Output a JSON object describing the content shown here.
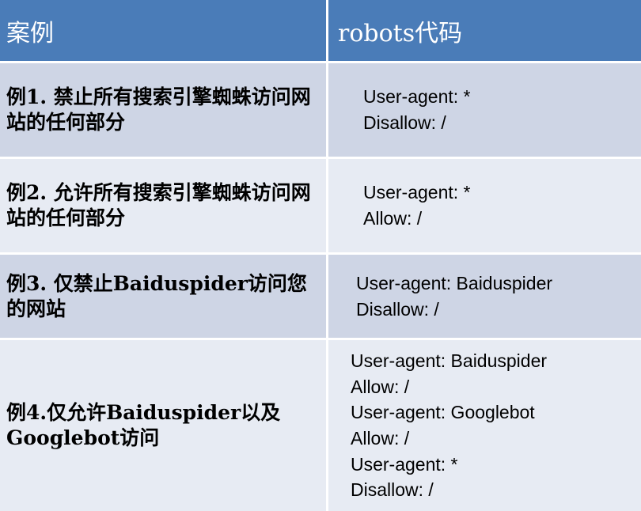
{
  "table": {
    "headers": {
      "case": "案例",
      "code": "robots代码"
    },
    "rows": [
      {
        "case": "例1. 禁止所有搜索引擎蜘蛛访问网站的任何部分",
        "code": "User-agent: *\nDisallow: /"
      },
      {
        "case": "例2. 允许所有搜索引擎蜘蛛访问网站的任何部分",
        "code": "User-agent: *\nAllow: /"
      },
      {
        "case": "例3. 仅禁止Baiduspider访问您的网站",
        "code": "User-agent: Baiduspider\nDisallow: /"
      },
      {
        "case": "例4.仅允许Baiduspider以及Googlebot访问",
        "code": "User-agent: Baiduspider\nAllow: /\nUser-agent: Googlebot\nAllow: /\nUser-agent: *\nDisallow: /"
      }
    ]
  },
  "colors": {
    "header_background": "#4a7cb8",
    "header_text": "#ffffff",
    "row_tint_dark": "#ced5e5",
    "row_tint_light": "#e7ebf3",
    "grid_line": "#ffffff",
    "body_text": "#000000"
  }
}
